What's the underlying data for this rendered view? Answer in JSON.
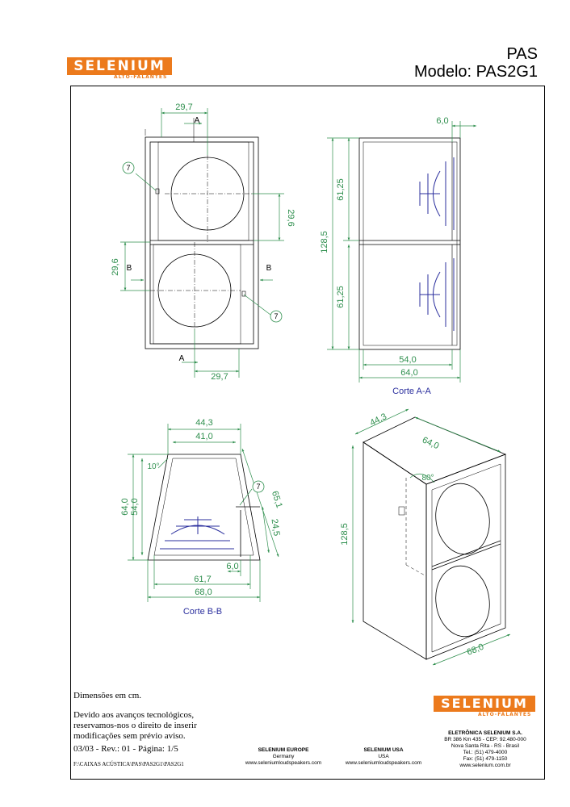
{
  "header": {
    "brand": "SELENIUM",
    "brand_sub": "ALTO-FALANTES",
    "title_line1": "PAS",
    "title_line2": "Modelo: PAS2G1"
  },
  "front_view": {
    "dim_width": "29,7",
    "dim_width_bottom": "29,7",
    "dim_height_upper": "29,6",
    "dim_height_lower": "29,6",
    "section_a_top": "A",
    "section_a_bottom": "A",
    "section_b_left": "B",
    "section_b_right": "B",
    "callout_top": "7",
    "callout_bottom": "7"
  },
  "section_aa": {
    "dim_top": "6,0",
    "dim_height_total": "128,5",
    "dim_upper": "61,25",
    "dim_lower": "61,25",
    "dim_depth_inner": "54,0",
    "dim_depth_outer": "64,0",
    "caption": "Corte A-A"
  },
  "section_bb": {
    "dim_top_outer": "44,3",
    "dim_top_inner": "41,0",
    "dim_angle": "10°",
    "dim_height_outer": "64,0",
    "dim_height_inner": "54,0",
    "dim_slant": "65,1",
    "dim_port": "24,5",
    "dim_bottom_offset": "6,0",
    "dim_bottom_inner": "61,7",
    "dim_bottom_outer": "68,0",
    "callout": "7",
    "caption": "Corte B-B"
  },
  "iso_view": {
    "dim_top_width": "44,3",
    "dim_depth": "64,0",
    "dim_angle": "80°",
    "dim_height": "128,5",
    "dim_bottom": "68,0"
  },
  "notes": {
    "units": "Dimensões em cm.",
    "disclaimer_1": "Devido aos avanços tecnológicos,",
    "disclaimer_2": "reservamos-nos o direito de inserir",
    "disclaimer_3": "modificações sem prévio aviso.",
    "revision": "03/03 - Rev.: 01 - Página: 1/5",
    "file_path": "F:\\CAIXAS ACÚSTICA\\PAS\\PAS2G1\\PAS2G1"
  },
  "footer": {
    "europe_title": "SELENIUM EUROPE",
    "europe_country": "Germany",
    "europe_web": "www.seleniumloudspeakers.com",
    "usa_title": "SELENIUM USA",
    "usa_country": "USA",
    "usa_web": "www.seleniumloudspeakers.com",
    "company": "ELETRÔNICA SELENIUM S.A.",
    "address_1": "BR 386 Km 435 - CEP: 92.480-000",
    "address_2": "Nova Santa Rita - RS - Brasil",
    "tel": "Tel.: (51) 479-4000",
    "fax": "Fax: (51) 479-1150",
    "web": "www.selenium.com.br"
  },
  "colors": {
    "brand_orange": "#ec7a1c",
    "dimension_green": "#2f8f4e",
    "driver_blue": "#2b2f9e"
  }
}
